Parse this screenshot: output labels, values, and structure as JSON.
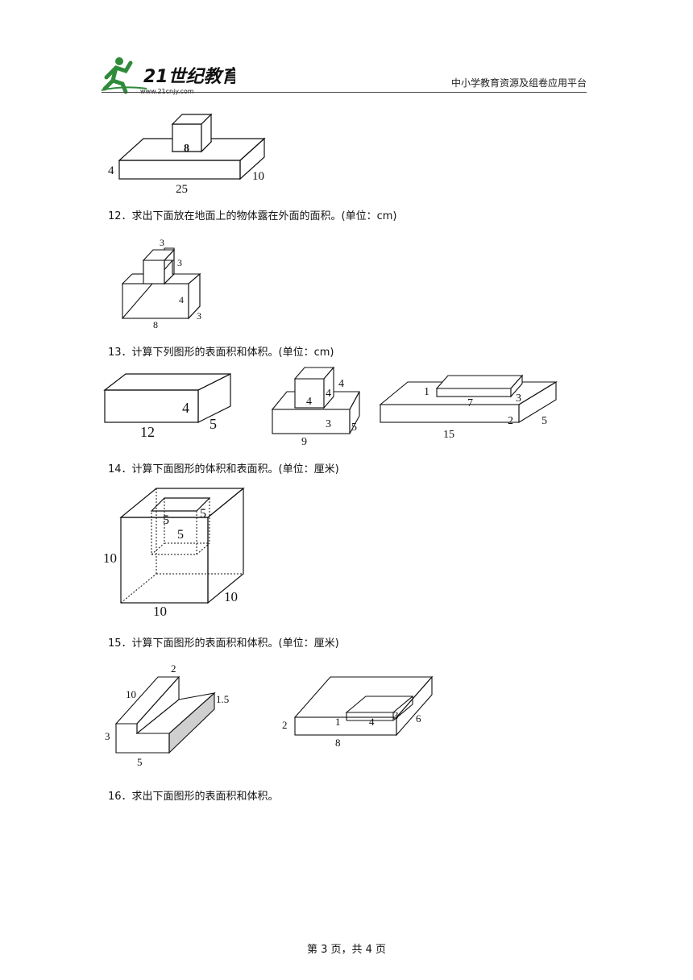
{
  "header": {
    "logo_text": "21世纪教育",
    "logo_url": "www.21cnjy.com",
    "site_name": "中小学教育资源及组卷应用平台"
  },
  "figure11": {
    "top_label": "8",
    "height": "4",
    "length": "25",
    "depth": "10"
  },
  "q12": {
    "text": "12．求出下面放在地面上的物体露在外面的面积。(单位：cm)",
    "labels": {
      "top_w": "3",
      "top_h": "3",
      "base_h": "4",
      "base_d": "3",
      "base_l": "8"
    }
  },
  "q13": {
    "text": "13．计算下列图形的表面积和体积。(单位：cm)",
    "fig1": {
      "length": "12",
      "height": "4",
      "depth": "5"
    },
    "fig2": {
      "cube_w": "4",
      "cube_h": "4",
      "cube_d": "4",
      "base_h": "3",
      "base_d": "5",
      "base_l": "9"
    },
    "fig3": {
      "top_h": "1",
      "top_l": "7",
      "top_d": "3",
      "base_h": "2",
      "base_d": "5",
      "base_l": "15"
    }
  },
  "q14": {
    "text": "14．计算下面图形的体积和表面积。(单位：厘米)",
    "labels": {
      "hole_w": "5",
      "hole_d": "5",
      "hole_h": "5",
      "height": "10",
      "length": "10",
      "depth": "10"
    }
  },
  "q15": {
    "text": "15．计算下面图形的表面积和体积。(单位：厘米)",
    "fig1": {
      "top": "2",
      "length": "10",
      "side": "1.5",
      "height": "3",
      "width": "5"
    },
    "fig2": {
      "height": "2",
      "length": "8",
      "pit_h": "1",
      "pit_l": "4",
      "pit_d": "3",
      "depth": "6"
    }
  },
  "q16": {
    "text": "16．求出下面图形的表面积和体积。"
  },
  "footer": {
    "page": "第 3 页，共 4 页"
  }
}
